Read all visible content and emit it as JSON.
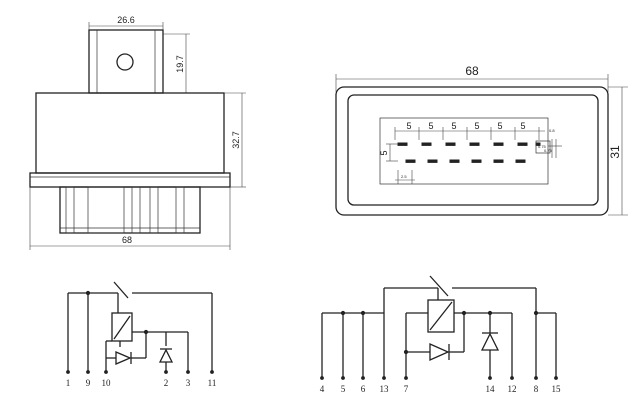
{
  "front_view": {
    "width_label": "68",
    "height_label": "32.7",
    "tab_width_label": "26.6",
    "tab_height_label": "19.7"
  },
  "bottom_view": {
    "width_label": "68",
    "height_label": "31",
    "pitch_label": "5",
    "row_label": "5",
    "small_label_a": "0.8",
    "small_label_b": "0.75",
    "small_label_c": "0.75",
    "small_label_d": "2.5"
  },
  "schematic_left": {
    "pins": [
      "1",
      "9",
      "10",
      "2",
      "3",
      "11"
    ]
  },
  "schematic_right": {
    "pins": [
      "4",
      "5",
      "6",
      "13",
      "7",
      "14",
      "12",
      "8",
      "15"
    ]
  }
}
